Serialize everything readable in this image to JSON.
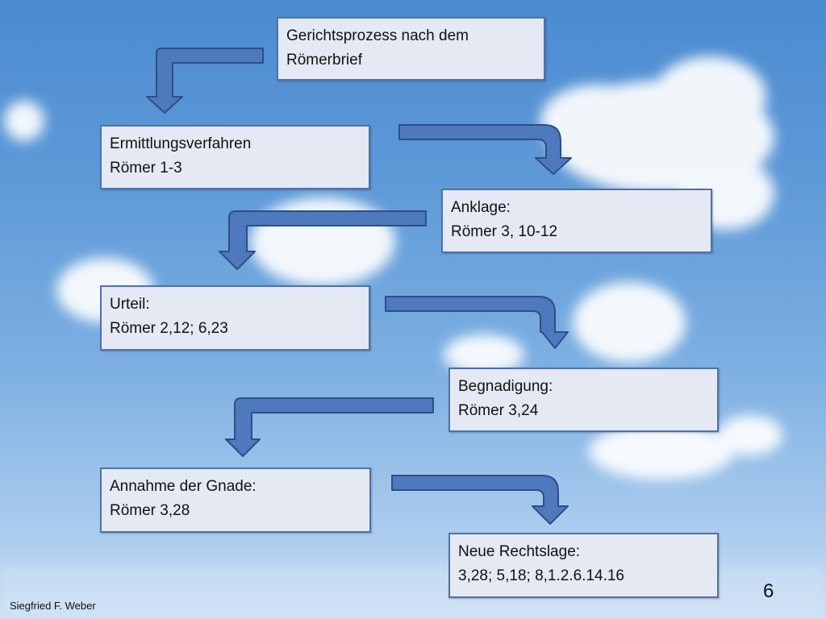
{
  "boxes": [
    {
      "line1": "Gerichtsprozess nach dem",
      "line2": "Römerbrief"
    },
    {
      "line1": "Ermittlungsverfahren",
      "line2": "Römer 1-3"
    },
    {
      "line1": "Anklage:",
      "line2": "Römer 3, 10-12"
    },
    {
      "line1": "Urteil:",
      "line2": "Römer 2,12; 6,23"
    },
    {
      "line1": "Begnadigung:",
      "line2": "Römer 3,24"
    },
    {
      "line1": "Annahme der Gnade:",
      "line2": "Römer 3,28"
    },
    {
      "line1": "Neue Rechtslage:",
      "line2": "3,28; 5,18; 8,1.2.6.14.16"
    }
  ],
  "footer": {
    "author": "Siegfried F. Weber",
    "page_number": "6"
  },
  "colors": {
    "box_fill": "#e4e9f3",
    "box_border": "#4f72a8",
    "arrow_fill": "#4e79bd",
    "arrow_stroke": "#2c4f86"
  }
}
